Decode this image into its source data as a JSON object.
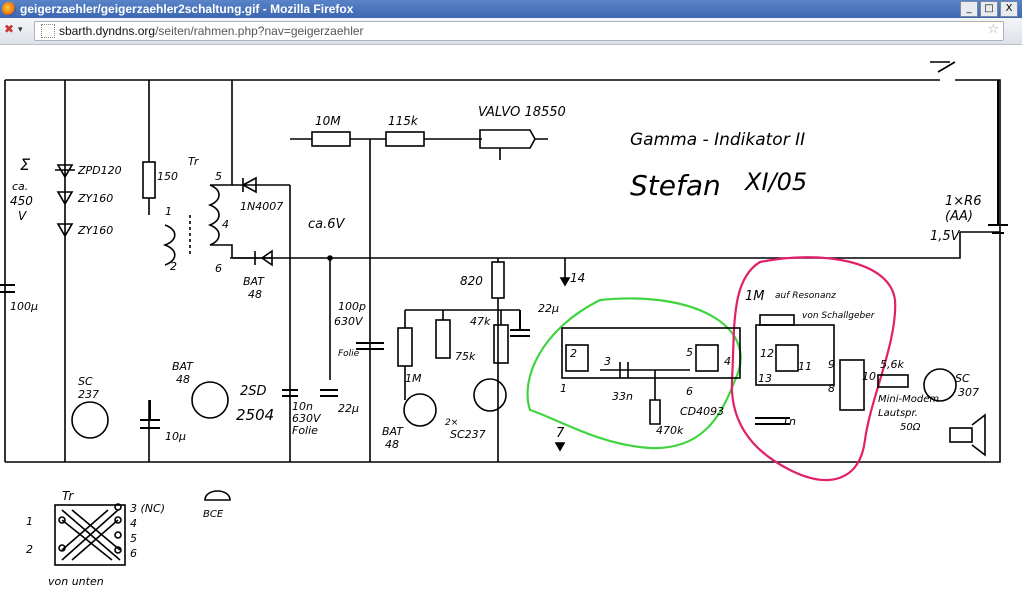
{
  "window": {
    "title": "geigerzaehler/geigerzaehler2schaltung.gif - Mozilla Firefox",
    "controls": {
      "minimize": "_",
      "maximize": "□",
      "close": "X"
    }
  },
  "navbar": {
    "url_host": "sbarth.dyndns.org",
    "url_path": "/seiten/rahmen.php?nav=geigerzaehler"
  },
  "schematic": {
    "title": "Gamma - Indikator II",
    "signature": "Stefan",
    "date": "XI/05",
    "battery": {
      "label": "1×R6",
      "type": "(AA)",
      "voltage": "1,5V"
    },
    "zener": {
      "sigma": "Σ",
      "ca": "ca.",
      "volts": "450",
      "unit": "V",
      "d1": "ZPD120",
      "d2": "ZY160",
      "d3": "ZY160"
    },
    "resistors": {
      "r10m": "10M",
      "r115k": "115k",
      "r150": "150",
      "r820": "820",
      "r47k": "47k",
      "r75k": "75k",
      "r1m": "1M",
      "r470k": "470k",
      "r1m_trim": "1M",
      "r56": "5,6k"
    },
    "tube": "VALVO 18550",
    "transformer": {
      "label": "Tr",
      "pin1": "1",
      "pin2": "2",
      "pin4": "4",
      "pin5": "5",
      "pin6": "6"
    },
    "diodes": {
      "d1n4007": "1N4007",
      "bat48a": "BAT",
      "bat48a_n": "48",
      "bat48b": "BAT",
      "bat48b_n": "48",
      "bat48c": "BAT",
      "bat48c_n": "48"
    },
    "voltage_node": "ca.6V",
    "capacitors": {
      "c100p": "100p",
      "c100p_v": "630V",
      "c100p_t": "Folie",
      "c10n": "10n",
      "c10n_v": "630V",
      "c10n_t": "Folie",
      "c22u_a": "22µ",
      "c22u_b": "22µ",
      "c10u": "10µ",
      "c100u": "100µ",
      "c33n": "33n",
      "c1n": "1n"
    },
    "transistors": {
      "sc237": "SC",
      "sc237_n": "237",
      "t2sd": "2SD",
      "t2sd_n": "2504",
      "sc237x2_a": "2×",
      "sc237x2_b": "SC237",
      "sc307": "SC",
      "sc307_n": "307"
    },
    "ic": {
      "name": "CD4093",
      "pin14": "14",
      "pin7": "7",
      "p2": "2",
      "p1": "1",
      "p3": "3",
      "p5": "5",
      "p6": "6",
      "p4": "4",
      "p12": "12",
      "p13": "13",
      "p11": "11",
      "p9": "9",
      "p8": "8",
      "p10": "10"
    },
    "resonance_note": {
      "l1": "auf Resonanz",
      "l2": "von Schallgeber"
    },
    "speaker": {
      "l1": "Mini-Modem",
      "l2": "Lautspr.",
      "l3": "50Ω"
    },
    "bottom": {
      "tr": "Tr",
      "p3": "3 (NC)",
      "p4": "4",
      "p5": "5",
      "p6": "6",
      "p1": "1",
      "p2": "2",
      "caption": "von unten",
      "bce": "BCE"
    }
  }
}
